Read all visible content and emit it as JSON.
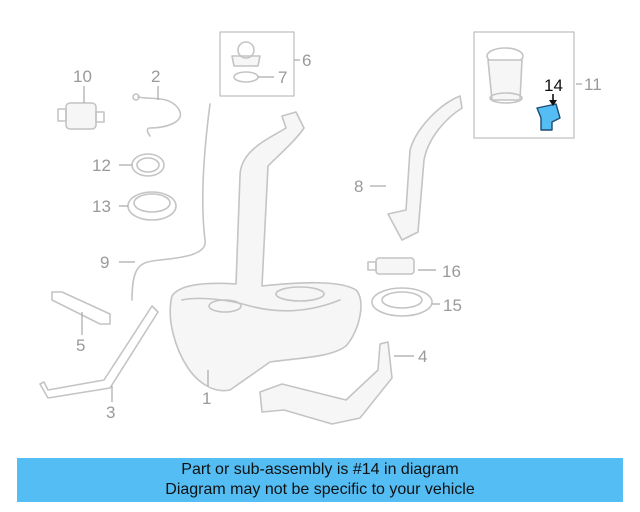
{
  "diagram": {
    "callouts": {
      "c1": "1",
      "c2": "2",
      "c3": "3",
      "c4": "4",
      "c5": "5",
      "c6": "6",
      "c7": "7",
      "c8": "8",
      "c9": "9",
      "c10": "10",
      "c11": "11",
      "c12": "12",
      "c13": "13",
      "c14": "14",
      "c15": "15",
      "c16": "16"
    },
    "highlighted_part": "14",
    "highlight_color": "#53bdf4"
  },
  "banner": {
    "line1": "Part or sub-assembly is #14 in diagram",
    "line2": "Diagram may not be specific to your vehicle",
    "background": "#53bdf4"
  }
}
